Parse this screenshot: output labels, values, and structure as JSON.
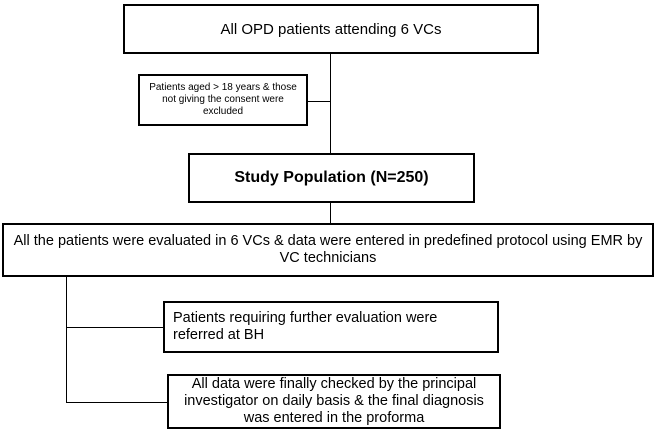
{
  "flowchart": {
    "step_1": "All OPD patients attending 6 VCs",
    "exclusion": "Patients aged > 18 years & those not giving the consent were excluded",
    "step_2": "Study Population (N=250)",
    "step_3": "All the patients were evaluated in 6 VCs & data were entered in predefined protocol using EMR by VC technicians",
    "step_4": "Patients requiring further evaluation were referred at BH",
    "step_5": "All data were finally checked by the principal investigator on daily basis & the final diagnosis was entered in the proforma"
  }
}
